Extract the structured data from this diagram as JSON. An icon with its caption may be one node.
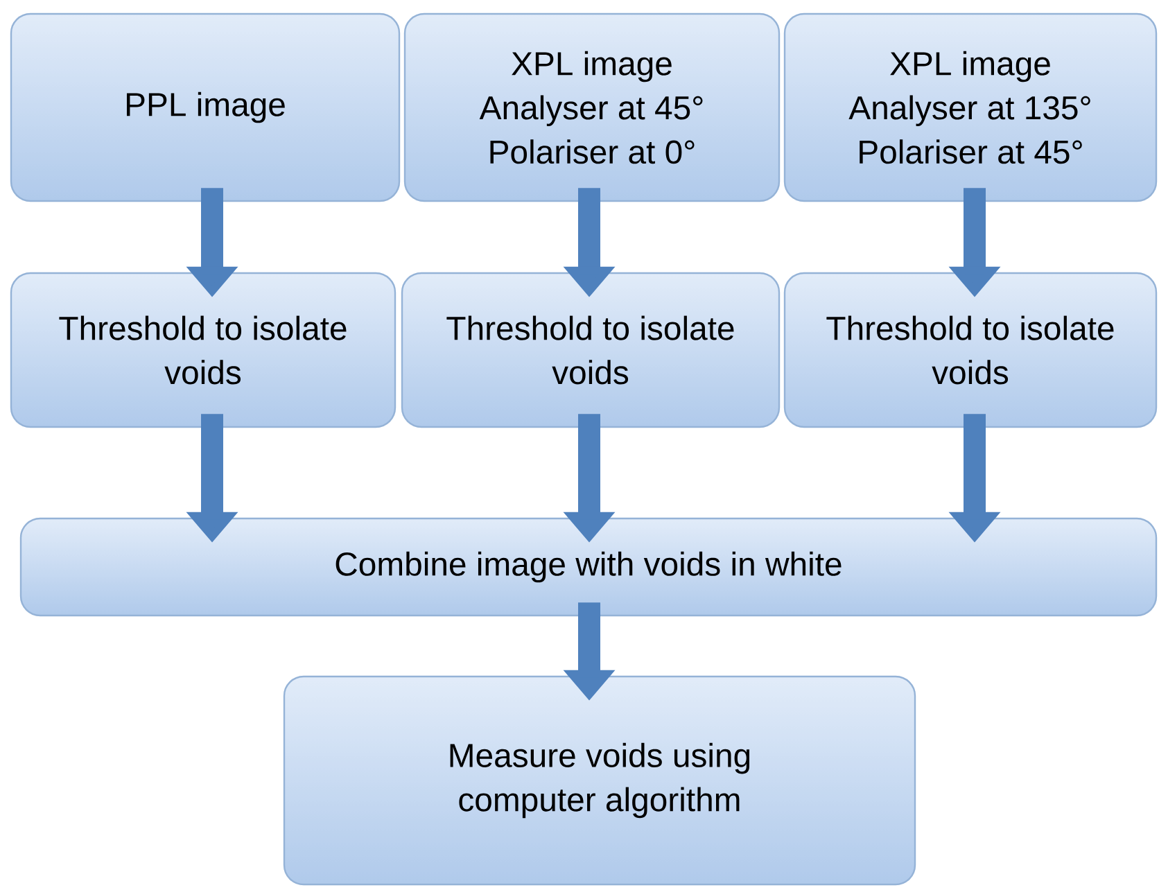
{
  "diagram": {
    "nodes": [
      {
        "text": [
          "PPL image"
        ]
      },
      {
        "text": [
          "XPL image Analyser at 45° Polariser at 0°"
        ]
      },
      {
        "text": [
          "XPL image Analyser at 135° Polariser at 45°"
        ]
      },
      {
        "text": [
          "Threshold to isolate voids"
        ]
      },
      {
        "text": [
          "Threshold to isolate voids"
        ]
      },
      {
        "text": [
          "Threshold to isolate voids"
        ]
      },
      {
        "text": [
          "Combine image with voids in white"
        ]
      },
      {
        "text": [
          "Measure voids using computer algorithm"
        ]
      }
    ],
    "edges": [
      {
        "from": 0,
        "to": 3,
        "arrow": "to"
      },
      {
        "from": 1,
        "to": 4,
        "arrow": "to"
      },
      {
        "from": 2,
        "to": 5,
        "arrow": "to"
      },
      {
        "from": 3,
        "to": 6,
        "arrow": "to"
      },
      {
        "from": 4,
        "to": 6,
        "arrow": "to"
      },
      {
        "from": 5,
        "to": 6,
        "arrow": "to"
      },
      {
        "from": 6,
        "to": 7,
        "arrow": "to"
      }
    ]
  }
}
